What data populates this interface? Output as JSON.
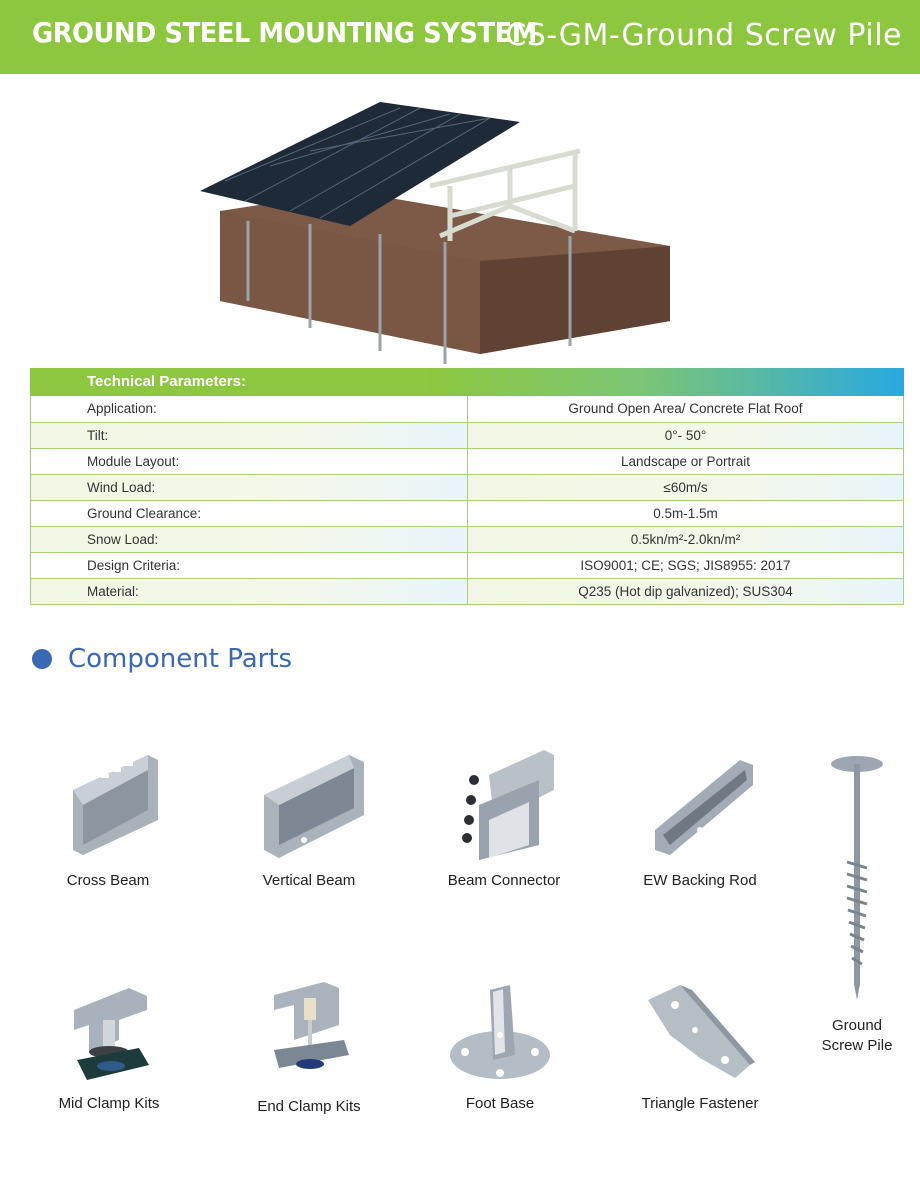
{
  "header": {
    "title": "GROUND STEEL MOUNTING SYSTEM",
    "subtitle": "CS-GM-Ground Screw Pile"
  },
  "params": {
    "heading": "Technical Parameters:",
    "rows": [
      {
        "key": "Application:",
        "value": "Ground Open Area/ Concrete Flat Roof"
      },
      {
        "key": "Tilt:",
        "value": "0°- 50°"
      },
      {
        "key": "Module Layout:",
        "value": "Landscape or Portrait"
      },
      {
        "key": "Wind Load:",
        "value": "≤60m/s"
      },
      {
        "key": "Ground Clearance:",
        "value": "0.5m-1.5m"
      },
      {
        "key": "Snow Load:",
        "value": "0.5kn/m²-2.0kn/m²"
      },
      {
        "key": "Design Criteria:",
        "value": "ISO9001; CE; SGS; JIS8955: 2017"
      },
      {
        "key": "Material:",
        "value": "Q235 (Hot dip galvanized); SUS304"
      }
    ]
  },
  "components": {
    "title": "Component Parts",
    "items": [
      {
        "label": "Cross Beam"
      },
      {
        "label": "Vertical Beam"
      },
      {
        "label": "Beam Connector"
      },
      {
        "label": "EW Backing Rod"
      },
      {
        "label": "Ground Screw Pile"
      },
      {
        "label": "Mid Clamp Kits"
      },
      {
        "label": "End Clamp Kits"
      },
      {
        "label": "Foot Base"
      },
      {
        "label": "Triangle Fastener"
      }
    ]
  },
  "colors": {
    "header_green": "#8dc63f",
    "accent_blue": "#3a68b5",
    "table_border": "#a6d27a"
  }
}
